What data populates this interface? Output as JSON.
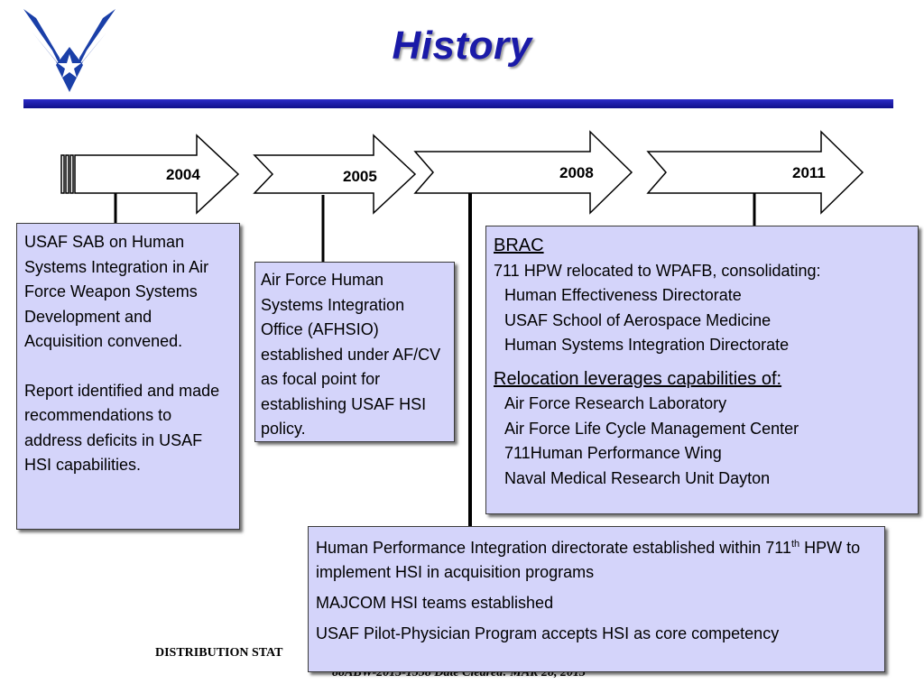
{
  "header": {
    "title": "History"
  },
  "logo": {
    "icon": "air-force-wings-icon",
    "color": "#1a3fa8"
  },
  "timeline": {
    "years": [
      "2004",
      "2005",
      "2008",
      "2011"
    ]
  },
  "box_2004": {
    "para1": "USAF SAB on Human Systems Integration in Air Force Weapon Systems Development and Acquisition convened.",
    "para2": "Report identified and made recommendations to address deficits in USAF HSI capabilities."
  },
  "box_2005": {
    "text": "Air Force Human Systems Integration Office (AFHSIO) established under AF/CV as focal point for establishing USAF HSI policy."
  },
  "box_2011": {
    "heading1": "BRAC",
    "line1": "711 HPW relocated to WPAFB, consolidating:",
    "list1": [
      "Human Effectiveness Directorate",
      "USAF School of Aerospace Medicine",
      "Human Systems Integration Directorate"
    ],
    "heading2": "Relocation leverages capabilities of:",
    "list2": [
      "Air Force Research Laboratory",
      "Air Force Life Cycle Management Center",
      "711Human Performance Wing",
      "Naval Medical Research Unit Dayton"
    ]
  },
  "box_2008": {
    "item1_a": "Human Performance Integration directorate established within 711",
    "item1_sup": "th",
    "item1_b": " HPW to implement HSI in acquisition programs",
    "item2": "MAJCOM HSI teams established",
    "item3": "USAF Pilot-Physician Program accepts HSI as core competency"
  },
  "footer": {
    "line1": "DISTRIBUTION STAT",
    "line2": "88ABW-2013-1558 Date Cleared: MAR 28, 2013"
  },
  "colors": {
    "title": "#1a1aa8",
    "rule": "#1a1aa8",
    "box_fill": "#d4d4fa"
  }
}
